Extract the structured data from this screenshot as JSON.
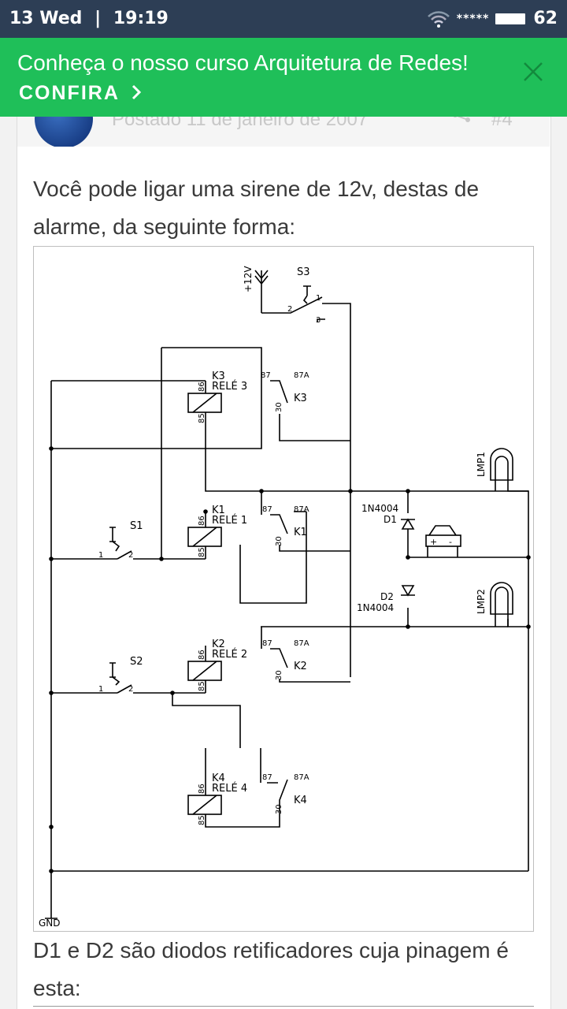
{
  "status_bar": {
    "date": "13 Wed",
    "separator": "|",
    "time": "19:19",
    "signal": "*****",
    "battery": "62",
    "icons": [
      "wifi-icon",
      "signal-icon",
      "battery-icon"
    ]
  },
  "banner": {
    "title": "Conheça o nosso curso Arquitetura de Redes!",
    "cta": "CONFIRA",
    "cta_icon": "chevron-right-icon",
    "close_icon": "close-icon",
    "color": "#1fbf59"
  },
  "post": {
    "meta_date": "Postado 11 de janeiro de 2007",
    "post_number": "#4",
    "share_icon": "share-icon",
    "text_intro": "Você pode ligar uma sirene de 12v, destas de alarme, da seguinte forma:",
    "text_after": "D1 e D2 são diodos retificadores cuja pinagem é esta:"
  },
  "schematic": {
    "supply": "+12V",
    "ground": "GND",
    "switches": {
      "s3": {
        "label": "S3",
        "pin1": "1",
        "pin2": "2",
        "pin3": "3"
      },
      "s1": {
        "label": "S1",
        "pin1": "1",
        "pin2": "2"
      },
      "s2": {
        "label": "S2",
        "pin1": "1",
        "pin2": "2"
      }
    },
    "relays": [
      {
        "id": "k3",
        "name": "K3",
        "title": "RELÉ 3",
        "p86": "86",
        "p85": "85",
        "p87": "87",
        "p87a": "87A",
        "p30": "30",
        "contact": "K3"
      },
      {
        "id": "k1",
        "name": "K1",
        "title": "RELÉ 1",
        "p86": "86",
        "p85": "85",
        "p87": "87",
        "p87a": "87A",
        "p30": "30",
        "contact": "K1"
      },
      {
        "id": "k2",
        "name": "K2",
        "title": "RELÉ 2",
        "p86": "86",
        "p85": "85",
        "p87": "87",
        "p87a": "87A",
        "p30": "30",
        "contact": "K2"
      },
      {
        "id": "k4",
        "name": "K4",
        "title": "RELÉ 4",
        "p86": "86",
        "p85": "85",
        "p87": "87",
        "p87a": "87A",
        "p30": "30",
        "contact": "K4"
      }
    ],
    "diodes": {
      "d1_part": "1N4004",
      "d1_label": "D1",
      "d2_part": "1N4004",
      "d2_label": "D2"
    },
    "lamps": {
      "lmp1": "LMP1",
      "lmp2": "LMP2"
    },
    "speaker": {
      "plus": "+",
      "minus": "-"
    }
  }
}
